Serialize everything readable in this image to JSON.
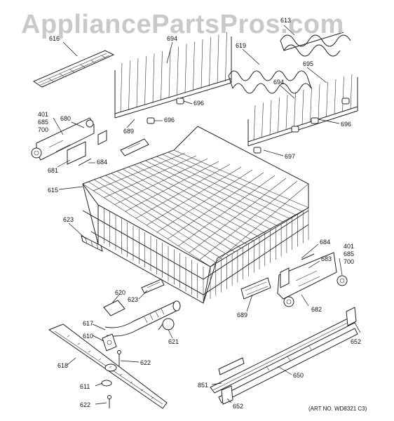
{
  "watermark": "AppliancePartsPros.com",
  "art_number": "(ART NO. WD8321 C3)",
  "callouts": [
    {
      "id": "616",
      "text": "616"
    },
    {
      "id": "694a",
      "text": "694"
    },
    {
      "id": "613",
      "text": "613"
    },
    {
      "id": "619",
      "text": "619"
    },
    {
      "id": "695",
      "text": "695"
    },
    {
      "id": "694b",
      "text": "694"
    },
    {
      "id": "696a",
      "text": "696"
    },
    {
      "id": "696b",
      "text": "696"
    },
    {
      "id": "696c",
      "text": "696"
    },
    {
      "id": "401a",
      "text": "401"
    },
    {
      "id": "685a",
      "text": "685"
    },
    {
      "id": "700a",
      "text": "700"
    },
    {
      "id": "680",
      "text": "680"
    },
    {
      "id": "689a",
      "text": "689"
    },
    {
      "id": "681",
      "text": "681"
    },
    {
      "id": "684a",
      "text": "684"
    },
    {
      "id": "697",
      "text": "697"
    },
    {
      "id": "615",
      "text": "615"
    },
    {
      "id": "623a",
      "text": "623"
    },
    {
      "id": "684b",
      "text": "684"
    },
    {
      "id": "401b",
      "text": "401"
    },
    {
      "id": "685b",
      "text": "685"
    },
    {
      "id": "700b",
      "text": "700"
    },
    {
      "id": "683",
      "text": "683"
    },
    {
      "id": "620",
      "text": "620"
    },
    {
      "id": "623b",
      "text": "623"
    },
    {
      "id": "689b",
      "text": "689"
    },
    {
      "id": "682",
      "text": "682"
    },
    {
      "id": "617",
      "text": "617"
    },
    {
      "id": "610",
      "text": "610"
    },
    {
      "id": "621",
      "text": "621"
    },
    {
      "id": "652a",
      "text": "652"
    },
    {
      "id": "618",
      "text": "618"
    },
    {
      "id": "622a",
      "text": "622"
    },
    {
      "id": "650",
      "text": "650"
    },
    {
      "id": "611",
      "text": "611"
    },
    {
      "id": "851",
      "text": "851"
    },
    {
      "id": "622b",
      "text": "622"
    },
    {
      "id": "652b",
      "text": "652"
    }
  ]
}
